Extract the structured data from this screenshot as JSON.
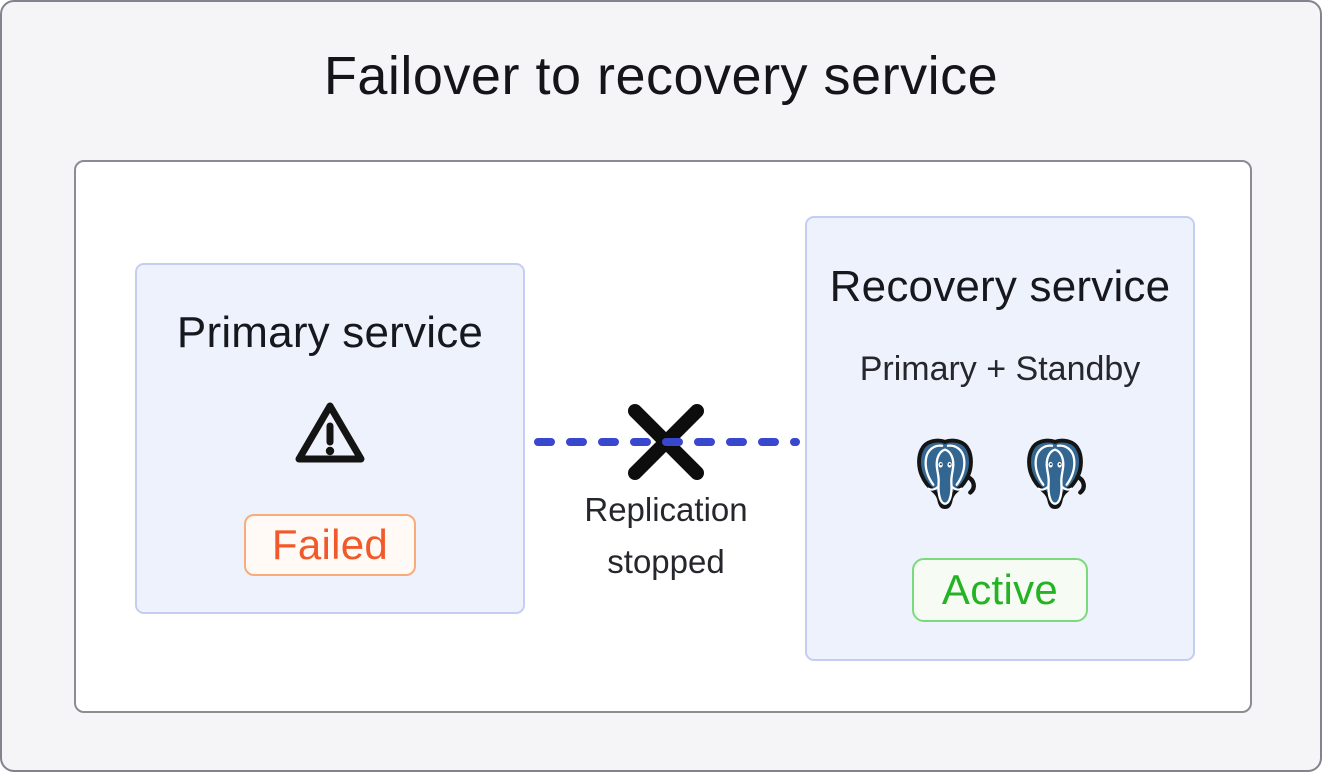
{
  "title": "Failover to recovery service",
  "diagram": {
    "primary_service": {
      "title": "Primary service",
      "status_label": "Failed",
      "icon": "warning-triangle-icon"
    },
    "link": {
      "label_line1": "Replication",
      "label_line2": "stopped"
    },
    "recovery_service": {
      "title": "Recovery service",
      "subtitle": "Primary + Standby",
      "status_label": "Active",
      "icon": "postgresql-logo-icon",
      "icon_count": 2
    }
  },
  "colors": {
    "frame_bg": "#f5f5f7",
    "frame_border": "#83838d",
    "panel_border": "#8b8b94",
    "service_box_bg": "#eef2fc",
    "service_box_border": "#c4cef2",
    "failed_text": "#f1592b",
    "failed_border": "#f8ac79",
    "failed_bg": "#fffaf5",
    "active_text": "#25b325",
    "active_border": "#7bda7b",
    "active_bg": "#f6fcf4",
    "link_line_blue": "#3947cf",
    "x_mark_black": "#0d0d0d",
    "postgres_blue": "#336791"
  }
}
